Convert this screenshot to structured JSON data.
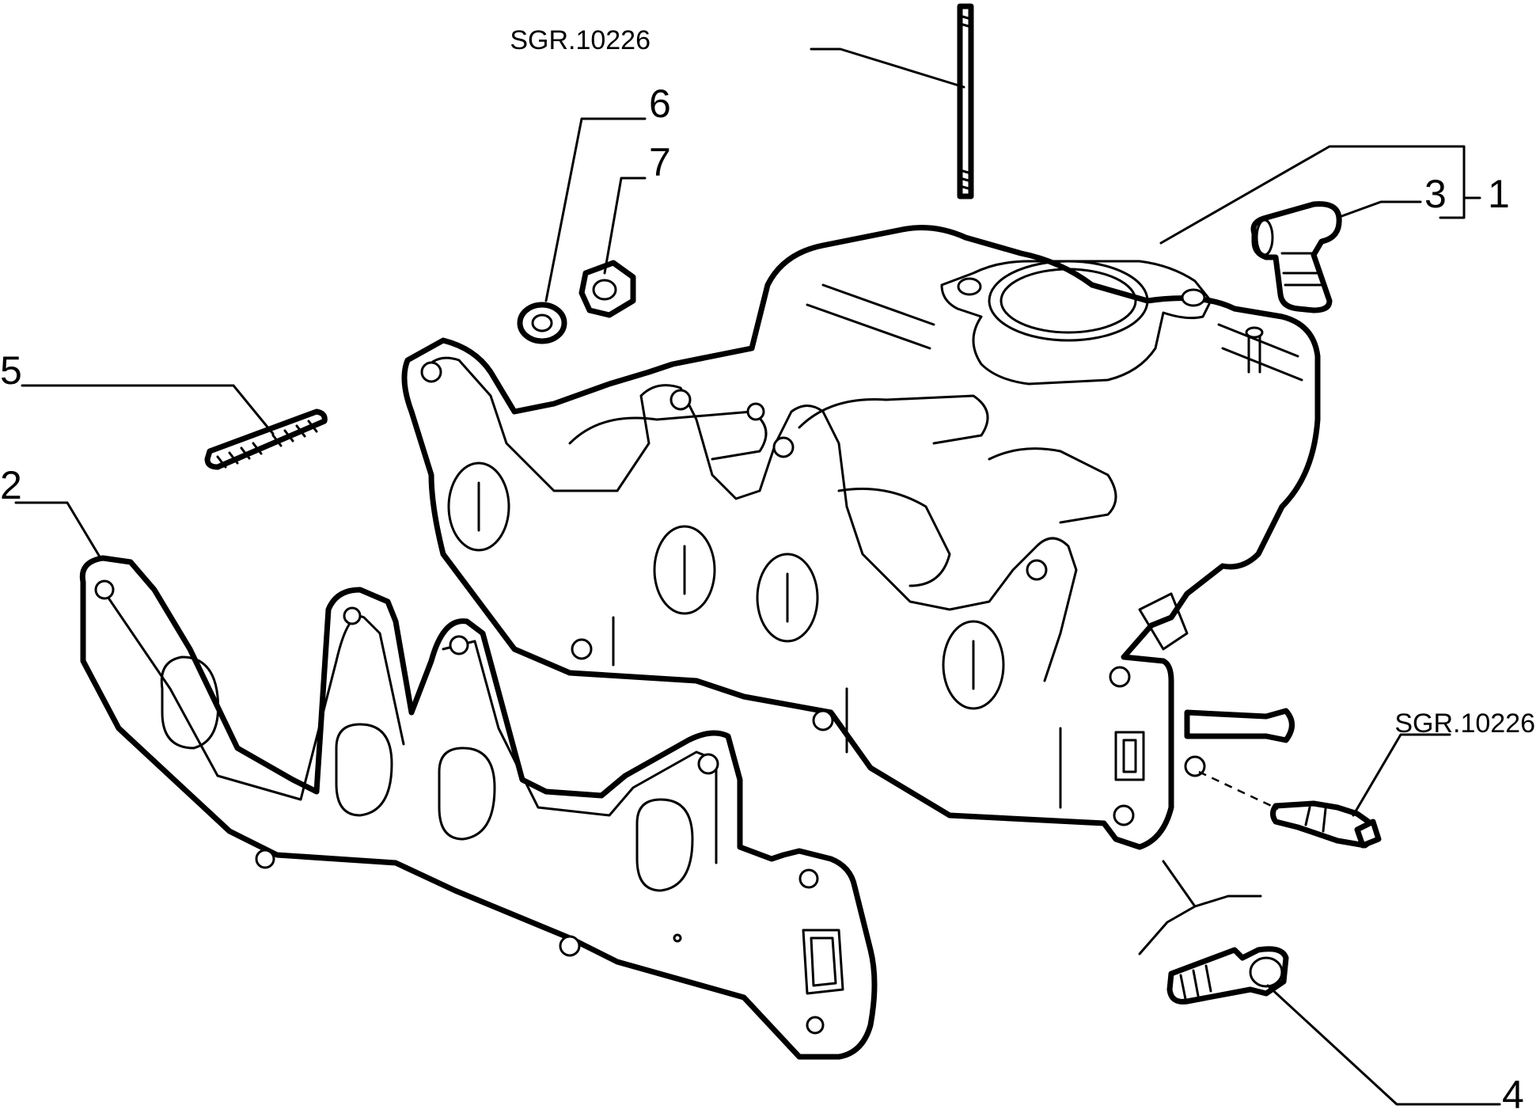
{
  "diagram": {
    "callouts": {
      "part_1": "1",
      "part_2": "2",
      "part_3": "3",
      "part_4": "4",
      "part_5": "5",
      "part_6": "6",
      "part_7": "7"
    },
    "references": {
      "stud_ref": "SGR.10226",
      "sensor_ref": "SGR.10226"
    }
  }
}
